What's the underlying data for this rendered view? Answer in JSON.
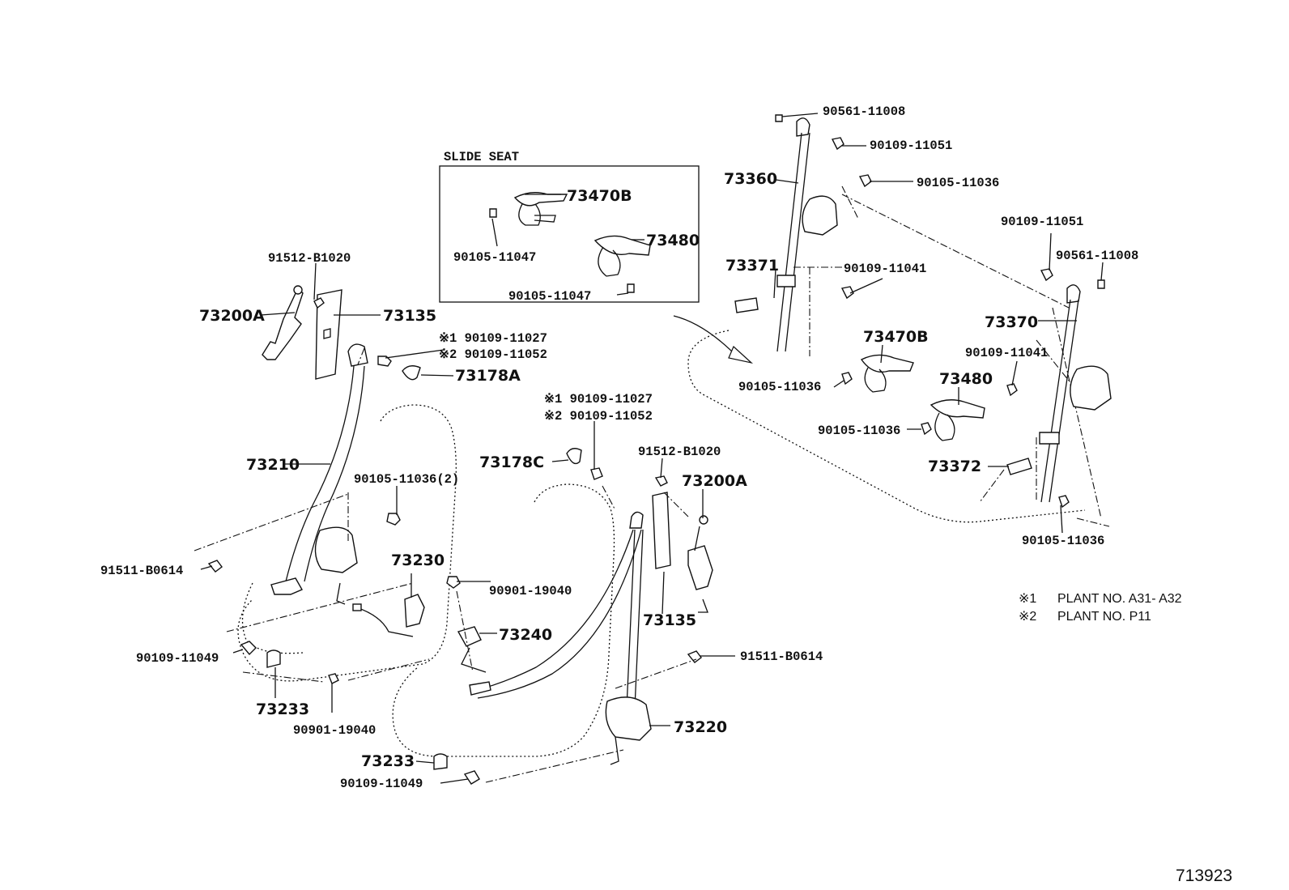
{
  "diagram_id": "713923",
  "slide_seat": {
    "title": "SLIDE  SEAT",
    "labels": {
      "a": "73470B",
      "b": "73480",
      "c": "90105-11047",
      "d": "90105-11047"
    }
  },
  "labels": {
    "l_91512_left": "91512-B1020",
    "l_73200A_left": "73200A",
    "l_73135_left": "73135",
    "l_a1_top": "※1 90109-11027",
    "l_a2_top": "※2 90109-11052",
    "l_73178A": "73178A",
    "l_73210": "73210",
    "l_90105_2": "90105-11036(2)",
    "l_91511_left": "91511-B0614",
    "l_73230": "73230",
    "l_90901_right": "90901-19040",
    "l_73240": "73240",
    "l_90109_11049_left": "90109-11049",
    "l_73233_left": "73233",
    "l_90901_bottom": "90901-19040",
    "l_73233_bottom": "73233",
    "l_90109_11049_bottom": "90109-11049",
    "l_a1_mid": "※1 90109-11027",
    "l_a2_mid": "※2 90109-11052",
    "l_73178C": "73178C",
    "l_91512_mid": "91512-B1020",
    "l_73200A_mid": "73200A",
    "l_73135_mid": "73135",
    "l_91511_mid": "91511-B0614",
    "l_73220": "73220",
    "l_90561_top": "90561-11008",
    "l_90109_11051_top": "90109-11051",
    "l_73360": "73360",
    "l_90105_11036_top": "90105-11036",
    "l_90109_11051_r": "90109-11051",
    "l_90561_r": "90561-11008",
    "l_73371": "73371",
    "l_90109_11041_a": "90109-11041",
    "l_73370": "73370",
    "l_73470B_r": "73470B",
    "l_90109_11041_b": "90109-11041",
    "l_90105_11036_a": "90105-11036",
    "l_73480_r": "73480",
    "l_90105_11036_b": "90105-11036",
    "l_73372": "73372",
    "l_90105_11036_c": "90105-11036"
  },
  "notes": [
    {
      "mark": "※1",
      "text": "PLANT  NO. A31- A32"
    },
    {
      "mark": "※2",
      "text": "PLANT  NO. P11"
    }
  ]
}
